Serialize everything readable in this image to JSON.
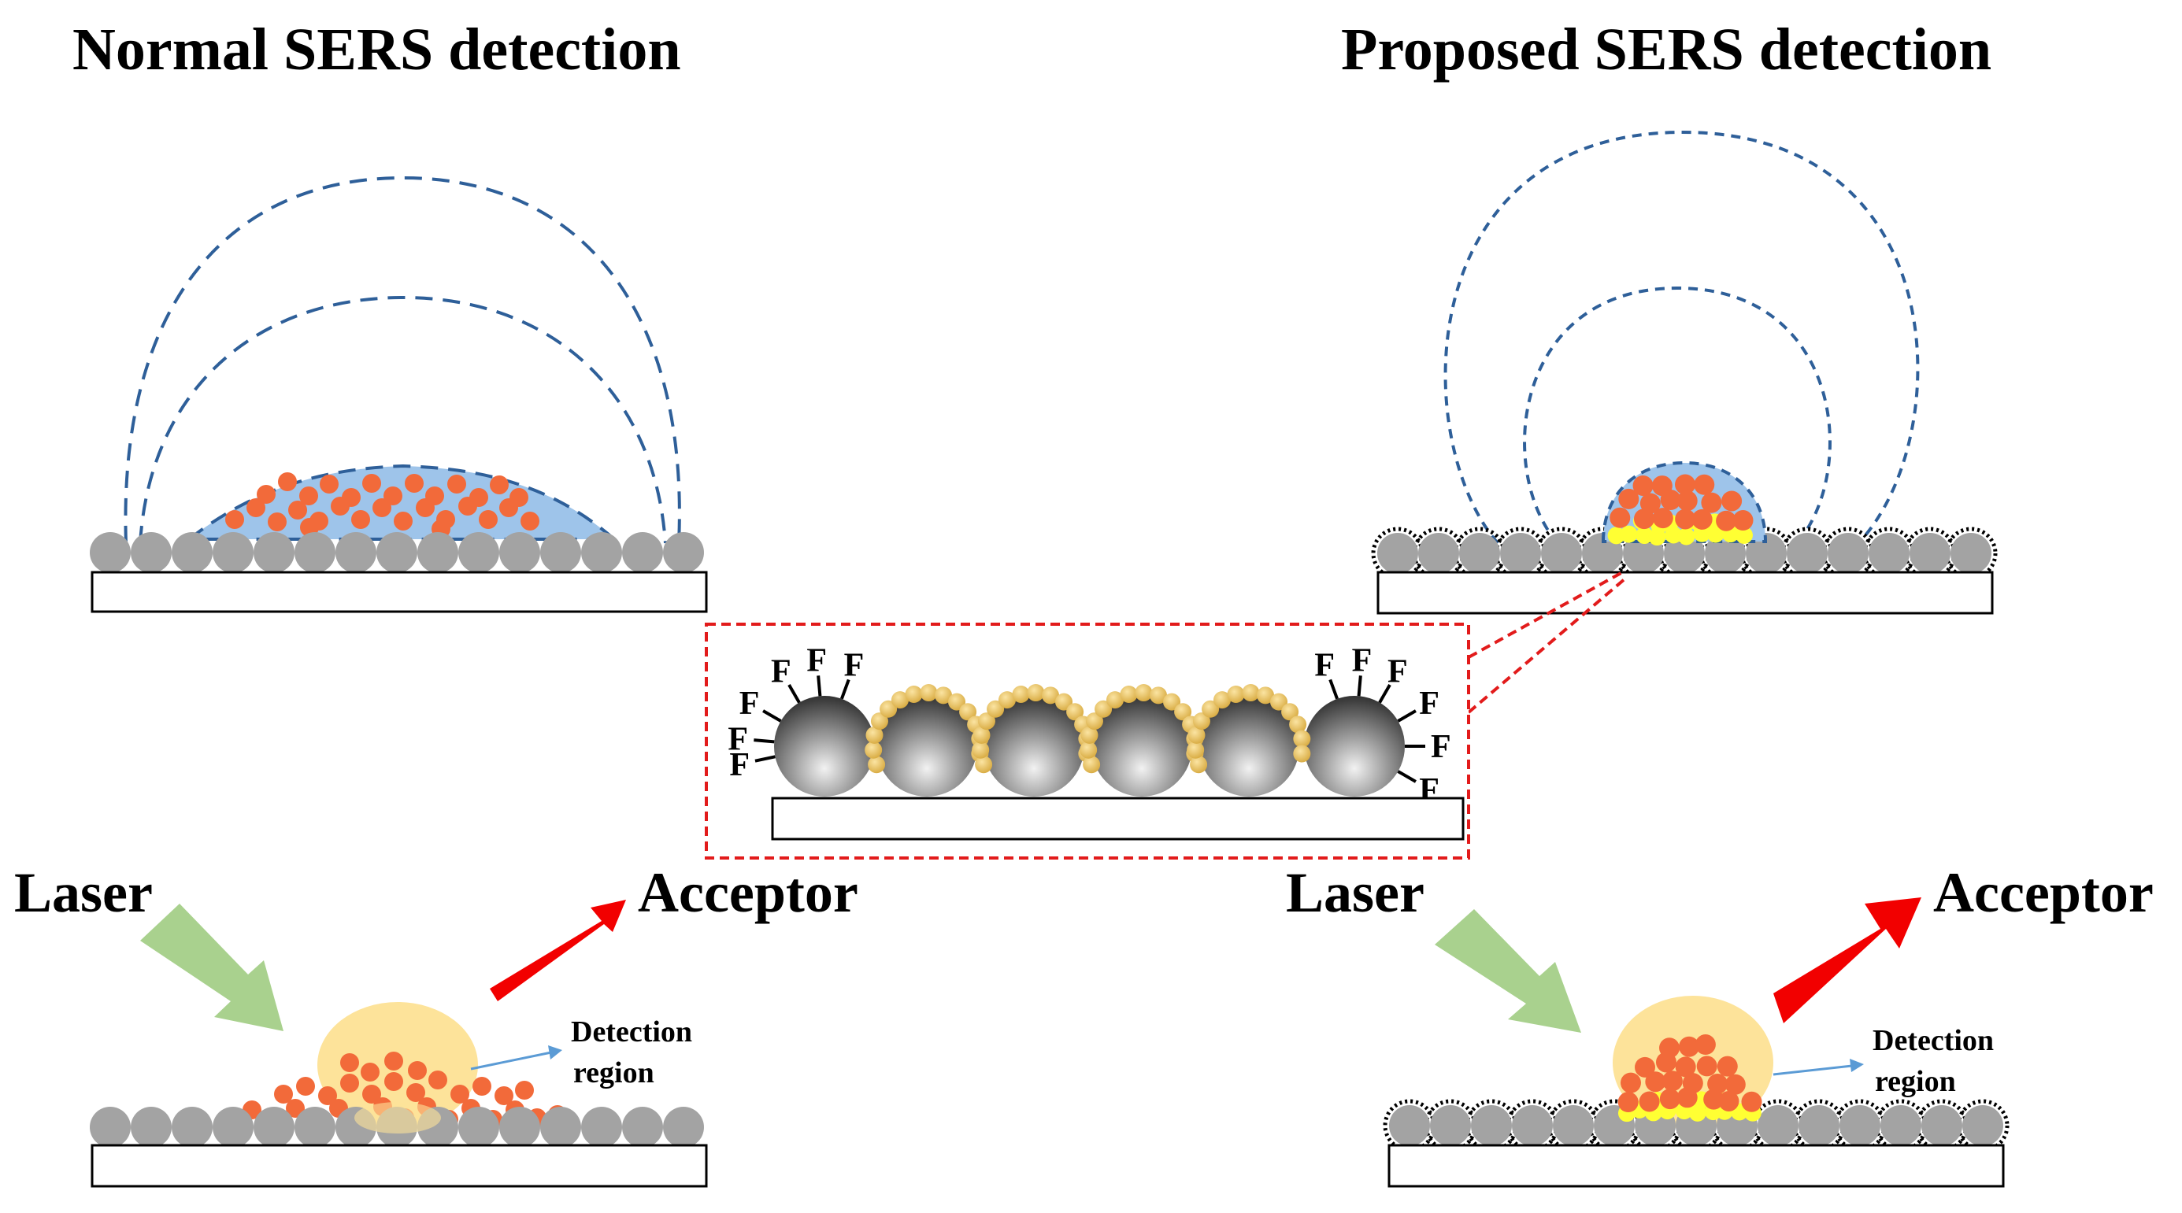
{
  "titles": {
    "left": "Normal SERS detection",
    "right": "Proposed SERS detection"
  },
  "labels": {
    "laser_left": "Laser",
    "acceptor_left": "Acceptor",
    "laser_right": "Laser",
    "acceptor_right": "Acceptor",
    "detection_left_1": "Detection",
    "detection_left_2": "region",
    "detection_right_1": "Detection",
    "detection_right_2": "region",
    "fluorine": "F"
  },
  "colors": {
    "nanoparticle": "#a3a3a3",
    "analyte": "#f26a3a",
    "droplet": "#9ec4ea",
    "laser_arrow": "#a9d18e",
    "acceptor_arrow": "#f20000",
    "detection_spot": "#fde39a",
    "gold_np": "#f0cc6e",
    "concentrated_spot": "#ffff33",
    "field_lines": "#2e5f99",
    "inset_border": "#e21b1b",
    "detection_arrow": "#5b9bd5"
  }
}
